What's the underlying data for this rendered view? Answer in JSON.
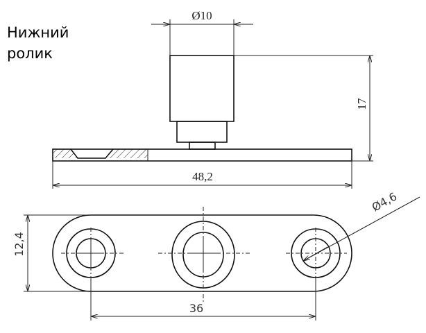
{
  "title": {
    "line1": "Нижний",
    "line2": "ролик"
  },
  "dimensions": {
    "top_diameter": "Ø10",
    "height": "17",
    "length": "48,2",
    "width": "12,4",
    "hole_spacing": "36",
    "hole_diameter": "Ø4,6"
  }
}
